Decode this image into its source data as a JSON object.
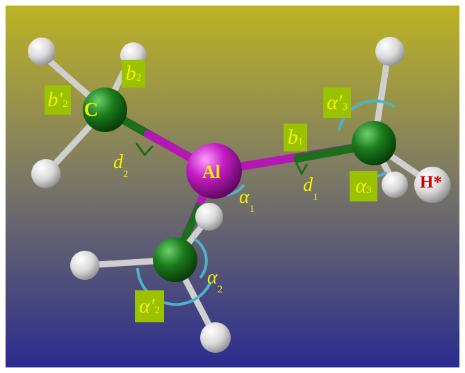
{
  "atoms": {
    "carbon": "C",
    "aluminum": "Al",
    "special_h": "H*"
  },
  "labels": {
    "b2": {
      "sym": "b",
      "sub": "2"
    },
    "b2_prime": {
      "sym": "b′",
      "sub": "2"
    },
    "d2": {
      "sym": "d",
      "sub": "2"
    },
    "b1": {
      "sym": "b",
      "sub": "1"
    },
    "d1": {
      "sym": "d",
      "sub": "1"
    },
    "alpha1": {
      "sym": "α",
      "sub": "1"
    },
    "alpha2": {
      "sym": "α",
      "sub": "2"
    },
    "alpha2_prime": {
      "sym": "α′",
      "sub": "2"
    },
    "alpha3": {
      "sym": "α",
      "sub": "3"
    },
    "alpha3_prime": {
      "sym": "α′",
      "sub": "3"
    }
  },
  "colors": {
    "background_top": "#b9b12a",
    "background_bottom": "#2a2d8e",
    "carbon": "#1f7a1f",
    "aluminum": "#c619c6",
    "hydrogen": "#e8e8e8",
    "label_box": "#9ac200",
    "label_text": "#f2f200",
    "h_star_text": "#cc0000",
    "angle_arc": "#4fb3c8"
  }
}
